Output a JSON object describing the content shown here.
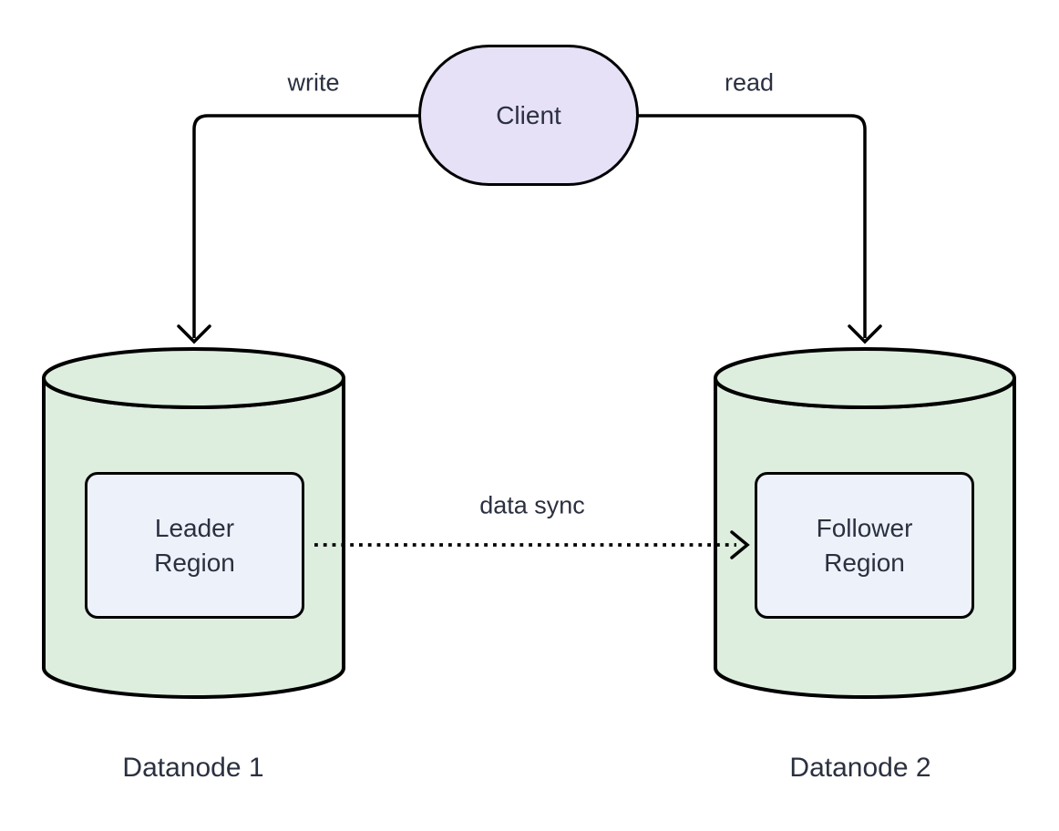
{
  "diagram": {
    "nodes": {
      "client": {
        "label": "Client",
        "shape": "stadium"
      },
      "datanode1": {
        "label": "Datanode 1",
        "shape": "cylinder"
      },
      "datanode2": {
        "label": "Datanode 2",
        "shape": "cylinder"
      },
      "leader_region": {
        "label": "Leader\nRegion",
        "shape": "rounded-rect",
        "parent": "Datanode 1"
      },
      "follower_region": {
        "label": "Follower\nRegion",
        "shape": "rounded-rect",
        "parent": "Datanode 2"
      }
    },
    "edges": {
      "write": {
        "label": "write",
        "from": "Client",
        "to": "Datanode 1",
        "style": "solid-arrow"
      },
      "read": {
        "label": "read",
        "from": "Client",
        "to": "Datanode 2",
        "style": "solid-arrow"
      },
      "data_sync": {
        "label": "data sync",
        "from": "Leader Region",
        "to": "Follower Region",
        "style": "dotted-arrow"
      }
    }
  },
  "colors": {
    "background": "#ffffff",
    "client_fill": "#e7e1f8",
    "cylinder_fill": "#ddeede",
    "region_fill": "#edf2fa",
    "stroke": "#000000",
    "text": "#2b3040"
  }
}
